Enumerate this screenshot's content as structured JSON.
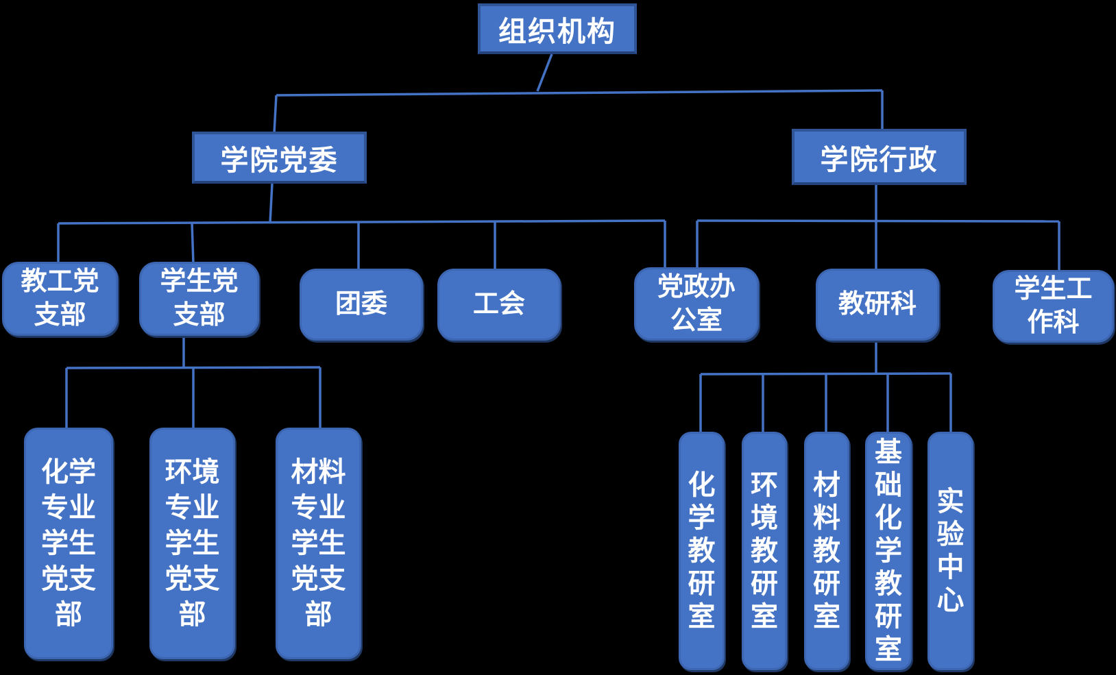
{
  "colors": {
    "background": "#000000",
    "box_fill": "#4472C4",
    "box_border": "#2F5597",
    "box_shadow": "#1F3864",
    "connector_line": "#4472C4",
    "text": "#FFFFFF"
  },
  "org_chart": {
    "root": {
      "label": "组织机构"
    },
    "branches": [
      {
        "label": "学院党委",
        "children": [
          {
            "label": "教工党\n支部"
          },
          {
            "label": "学生党\n支部",
            "children": [
              {
                "label": "化学\n专业\n学生\n党支\n部"
              },
              {
                "label": "环境\n专业\n学生\n党支\n部"
              },
              {
                "label": "材料\n专业\n学生\n党支\n部"
              }
            ]
          },
          {
            "label": "团委"
          },
          {
            "label": "工会"
          }
        ]
      },
      {
        "label": "学院行政",
        "children": [
          {
            "label": "党政办\n公室"
          },
          {
            "label": "教研科",
            "children": [
              {
                "label": "化\n学\n教\n研\n室"
              },
              {
                "label": "环\n境\n教\n研\n室"
              },
              {
                "label": "材\n料\n教\n研\n室"
              },
              {
                "label": "基\n础\n化\n学\n教\n研\n室"
              },
              {
                "label": "实\n验\n中\n心"
              }
            ]
          },
          {
            "label": "学生工\n作科"
          }
        ]
      }
    ]
  }
}
